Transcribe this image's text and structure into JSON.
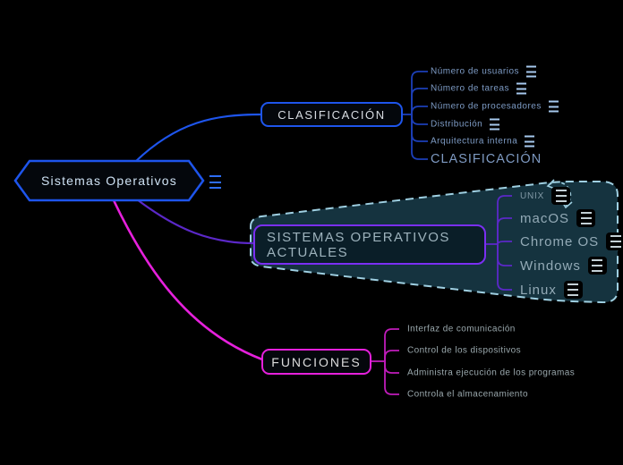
{
  "root": {
    "label": "Sistemas Operativos"
  },
  "branches": {
    "clasificacion": {
      "label": "CLASIFICACIÓN",
      "items": [
        {
          "label": "Número de usuarios"
        },
        {
          "label": "Número de tareas"
        },
        {
          "label": "Número de procesadores"
        },
        {
          "label": "Distribución"
        },
        {
          "label": "Arquitectura interna"
        },
        {
          "label": "CLASIFICACIÓN"
        }
      ]
    },
    "actuales": {
      "label_line1": "SISTEMAS OPERATIVOS",
      "label_line2": "ACTUALES",
      "items": [
        {
          "label": "UNIX"
        },
        {
          "label": "macOS"
        },
        {
          "label": "Chrome OS"
        },
        {
          "label": "Windows"
        },
        {
          "label": "Linux"
        }
      ]
    },
    "funciones": {
      "label": "FUNCIONES",
      "items": [
        {
          "label": "Interfaz de comunicación"
        },
        {
          "label": "Control de los dispositivos"
        },
        {
          "label": "Administra ejecución de los programas"
        },
        {
          "label": "Controla el almacenamiento"
        }
      ]
    }
  },
  "icons": {
    "menu": "hamburger-icon",
    "loop_annotation": "dashed-loop-arrow"
  },
  "colors": {
    "background": "#000000",
    "blue": "#1e55ec",
    "blue_dim": "#1c3fb8",
    "purple": "#7a2ff2",
    "purple_dim": "#5b28c8",
    "magenta": "#e620dc",
    "magenta_dim": "#c01cba",
    "boundary_fill": "#15333f",
    "boundary_stroke": "#9fd0e2"
  }
}
